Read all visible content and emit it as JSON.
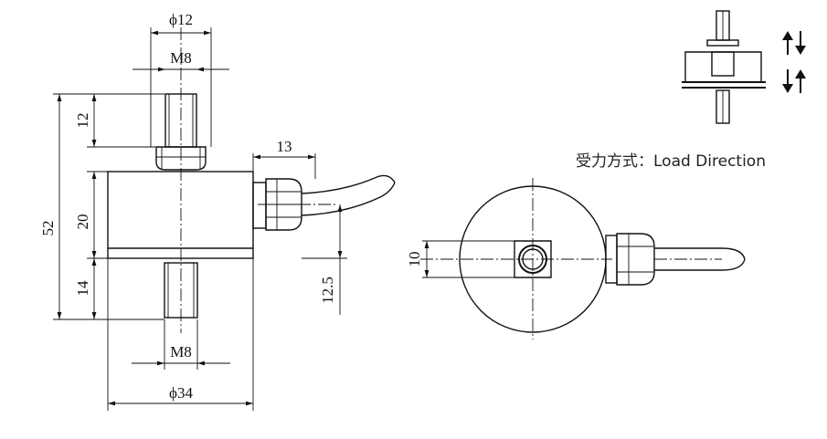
{
  "dimensions": {
    "top_dia": "ϕ12",
    "top_thread": "M8",
    "top_length": "12",
    "overall_height": "52",
    "body_height": "20",
    "bottom_length": "14",
    "bottom_thread": "M8",
    "body_dia": "ϕ34",
    "cable_gland": "13",
    "cable_height": "12.5",
    "hex_size": "10"
  },
  "legend": {
    "load_direction": "受力方式：Load Direction"
  }
}
